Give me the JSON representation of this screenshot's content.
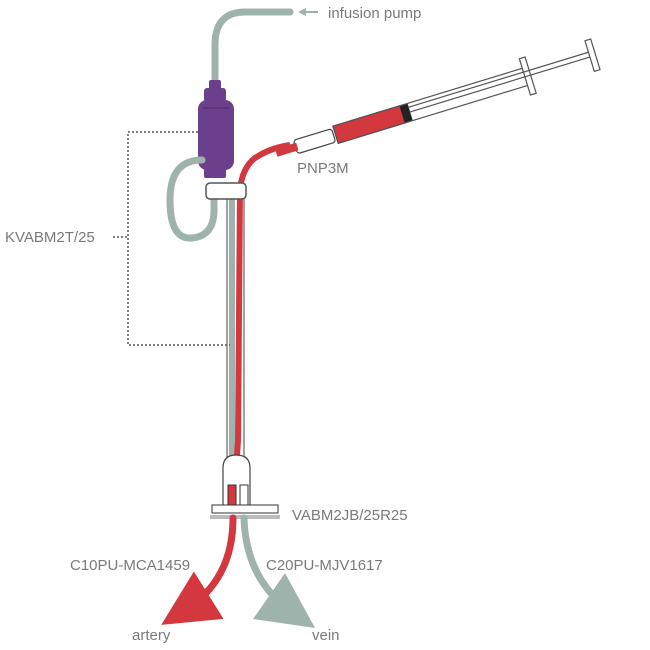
{
  "labels": {
    "infusion_pump": "infusion pump",
    "syringe_part": "PNP3M",
    "catheter_kit": "KVABM2T/25",
    "connector": "VABM2JB/25R25",
    "artery_line": "C10PU-MCA1459",
    "vein_line": "C20PU-MJV1617",
    "artery": "artery",
    "vein": "vein"
  },
  "colors": {
    "blood_red": "#d2383e",
    "tube_gray": "#9fb3ad",
    "pump_purple": "#6b3f8c",
    "label_gray": "#7a7a7a",
    "outline": "#333333"
  },
  "icons": {
    "syringe": "syringe-icon",
    "filter": "filter-chamber-icon",
    "arrow": "arrow-icon"
  }
}
